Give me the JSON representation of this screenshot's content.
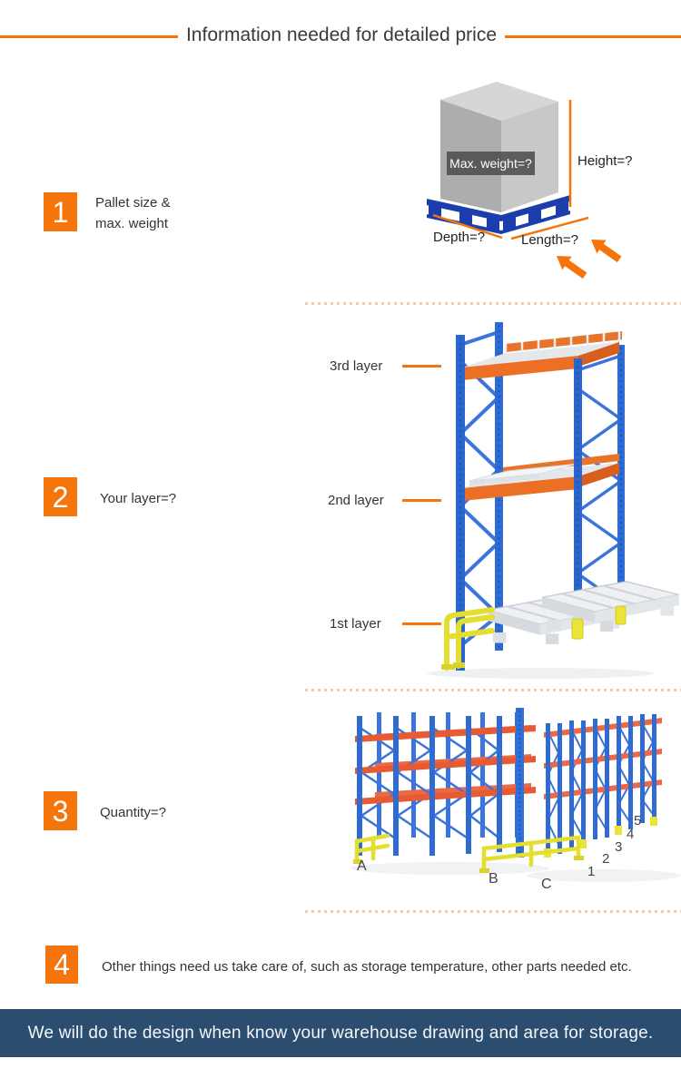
{
  "header": {
    "title": "Information needed for detailed price"
  },
  "steps": {
    "s1": {
      "number": "1",
      "label_line1": "Pallet size &",
      "label_line2": "max. weight"
    },
    "s2": {
      "number": "2",
      "label": "Your layer=?"
    },
    "s3": {
      "number": "3",
      "label": "Quantity=?"
    },
    "s4": {
      "number": "4",
      "label": "Other things need us take care of, such as storage temperature, other parts needed etc."
    }
  },
  "pallet": {
    "max_weight": "Max. weight=?",
    "height": "Height=?",
    "depth": "Depth=?",
    "length": "Length=?"
  },
  "layers": {
    "third": "3rd layer",
    "second": "2nd layer",
    "first": "1st layer"
  },
  "quantity": {
    "rows": [
      "A",
      "B",
      "C"
    ],
    "counts": [
      "1",
      "2",
      "3",
      "4",
      "5"
    ]
  },
  "banner": {
    "text": "We will do the design when know your warehouse drawing and area for  storage."
  },
  "colors": {
    "accent": "#F5750C",
    "dotted": "#F8C9A0",
    "banner_bg": "#2B4D70",
    "rack_blue": "#2B66CC",
    "beam_orange": "#E8742C",
    "beam_red": "#E85A31",
    "pallet_blue": "#1C3EAC",
    "guard_yellow": "#E4DE2F",
    "box_gray": "#C8C8C8"
  }
}
